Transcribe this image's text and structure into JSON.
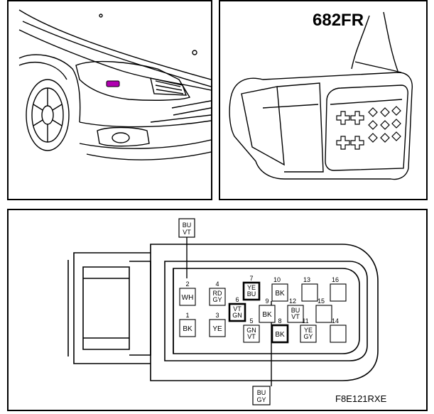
{
  "connector_id": "682FR",
  "figure_code": "F8E121RXE",
  "accent_color": "#b000b0",
  "pins": [
    {
      "num": "1",
      "wire": [
        "BK"
      ]
    },
    {
      "num": "2",
      "wire": [
        "WH"
      ]
    },
    {
      "num": "3",
      "wire": [
        "YE"
      ]
    },
    {
      "num": "4",
      "wire": [
        "RD",
        "GY"
      ]
    },
    {
      "num": "5",
      "wire": [
        "GN",
        "VT"
      ]
    },
    {
      "num": "6",
      "wire": [
        "VT",
        "GN"
      ]
    },
    {
      "num": "7",
      "wire": [
        "YE",
        "BU"
      ]
    },
    {
      "num": "8",
      "wire": [
        "BK"
      ]
    },
    {
      "num": "9",
      "wire": [
        "BK"
      ]
    },
    {
      "num": "10",
      "wire": [
        "BK"
      ]
    },
    {
      "num": "11",
      "wire": [
        "YE",
        "GY"
      ]
    },
    {
      "num": "12",
      "wire": [
        "BU",
        "VT"
      ]
    },
    {
      "num": "13",
      "wire": []
    },
    {
      "num": "14",
      "wire": []
    },
    {
      "num": "15",
      "wire": []
    },
    {
      "num": "16",
      "wire": []
    }
  ],
  "callouts": {
    "top": [
      "BU",
      "VT"
    ],
    "bottom": [
      "BU",
      "GY"
    ]
  }
}
